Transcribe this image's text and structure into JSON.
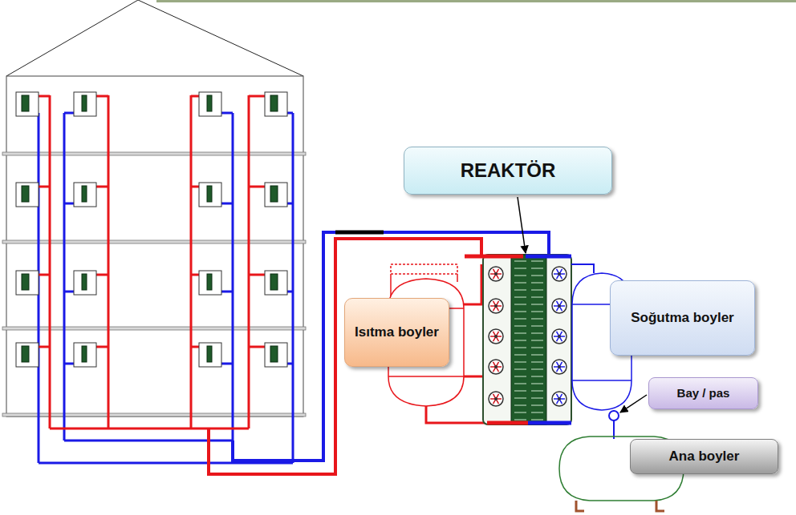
{
  "diagram": {
    "nodes": [
      {
        "text": [
          "REAKTÖR"
        ]
      },
      {
        "text": [
          "Isıtma boyler"
        ]
      },
      {
        "text": [
          "Soğutma boyler"
        ]
      },
      {
        "text": [
          "Bay / pas"
        ]
      },
      {
        "text": [
          "Ana boyler"
        ]
      }
    ]
  }
}
